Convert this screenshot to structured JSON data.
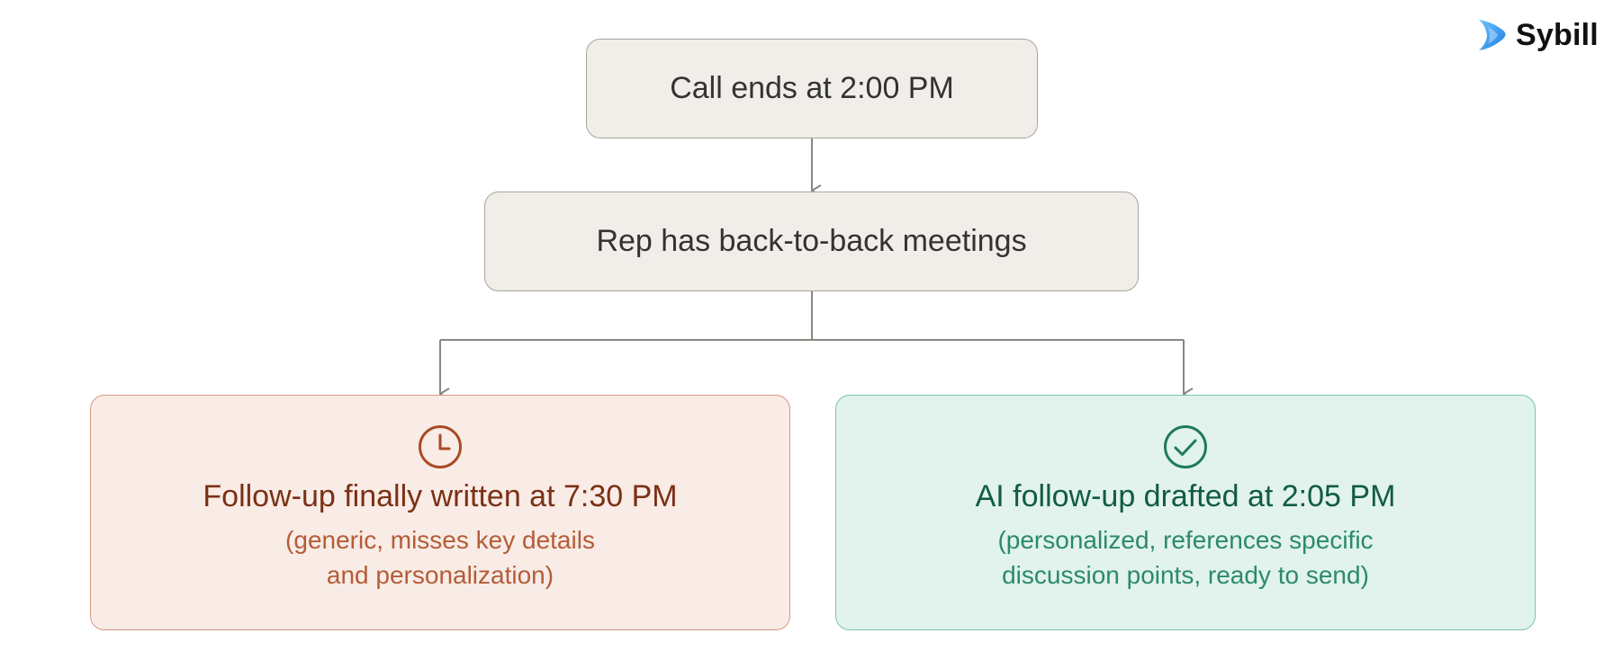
{
  "brand": {
    "name": "Sybill"
  },
  "flow": {
    "step1": "Call ends at 2:00 PM",
    "step2": "Rep has back-to-back meetings"
  },
  "outcomes": {
    "manual": {
      "icon": "clock-icon",
      "title": "Follow-up finally written at 7:30 PM",
      "desc_line1": "(generic, misses key details",
      "desc_line2": "and personalization)"
    },
    "ai": {
      "icon": "check-circle-icon",
      "title": "AI follow-up drafted at 2:05 PM",
      "desc_line1": "(personalized, references specific",
      "desc_line2": "discussion points, ready to send)"
    }
  },
  "colors": {
    "neutral_fill": "#f1eee9",
    "manual_fill": "#f9ebe5",
    "manual_accent": "#a94a25",
    "ai_fill": "#e1f3ec",
    "ai_accent": "#1e7a5c",
    "brand_blue": "#3aa0f0"
  }
}
